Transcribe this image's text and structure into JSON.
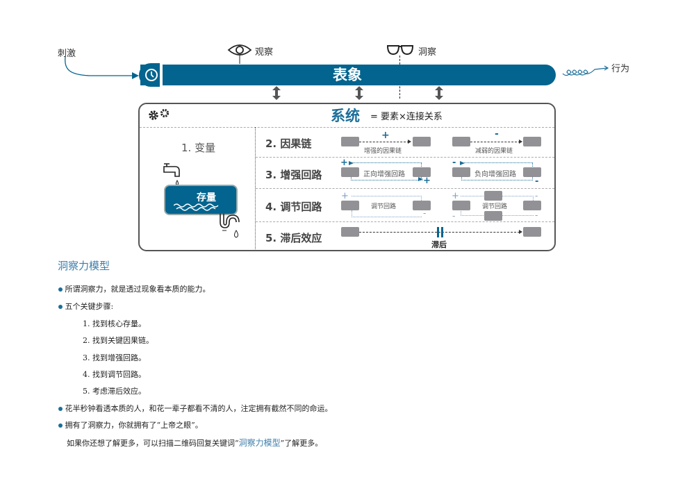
{
  "diagram": {
    "stimulus_label": "刺激",
    "behavior_label": "行为",
    "observe_label": "观察",
    "insight_label": "洞察",
    "surface_bar_title": "表象",
    "system": {
      "title": "系统",
      "equation": "= 要素×连接关系",
      "rows": [
        {
          "label": "1. 变量",
          "stock_label": "存量"
        },
        {
          "label": "2. 因果链",
          "left_caption": "增强的因果链",
          "left_sign": "+",
          "right_caption": "减弱的因果链",
          "right_sign": "-"
        },
        {
          "label": "3. 增强回路",
          "left_caption": "正向增强回路",
          "left_sign": "+",
          "right_caption": "负向增强回路",
          "right_sign": "-"
        },
        {
          "label": "4. 调节回路",
          "left_caption": "调节回路",
          "right_caption": "调节回路"
        },
        {
          "label": "5. 滞后效应",
          "delay_caption": "滞后"
        }
      ]
    },
    "colors": {
      "primary": "#02648f",
      "accent_text": "#1c6e99",
      "box_gray": "#929296",
      "light_blue": "#7fa1c3"
    }
  },
  "text": {
    "section_title": "洞察力模型",
    "bullets": [
      "所谓洞察力，就是透过现象看本质的能力。",
      "五个关键步骤:"
    ],
    "steps": [
      "1. 找到核心存量。",
      "2. 找到关键因果链。",
      "3. 找到增强回路。",
      "4. 找到调节回路。",
      "5. 考虑滞后效应。"
    ],
    "bullets_after": [
      "花半秒钟看透本质的人，和花一辈子都看不清的人，注定拥有截然不同的命运。",
      "拥有了洞察力，你就拥有了“上帝之眼”。"
    ],
    "footer_prefix": "如果你还想了解更多，可以扫描二维码回复关键词“",
    "footer_keyword": "洞察力模型",
    "footer_suffix": "”了解更多。"
  }
}
